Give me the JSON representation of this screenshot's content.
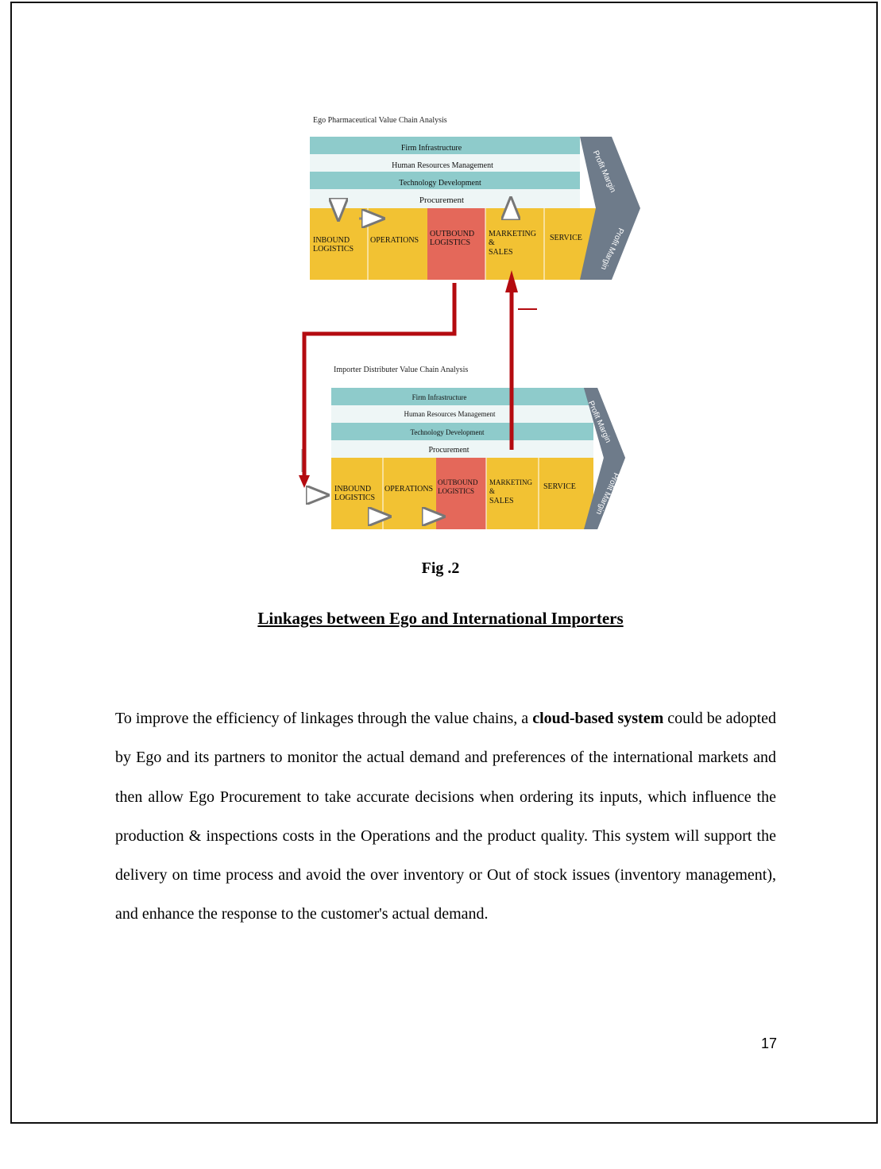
{
  "figure": {
    "ego_chart": {
      "title": "Ego Pharmaceutical Value Chain Analysis",
      "support": [
        "Firm Infrastructure",
        "Human Resources Management",
        "Technology Development",
        "Procurement"
      ],
      "primary": [
        {
          "line1": "INBOUND",
          "line2": "LOGISTICS",
          "line3": ""
        },
        {
          "line1": "OPERATIONS",
          "line2": "",
          "line3": ""
        },
        {
          "line1": "OUTBOUND",
          "line2": "LOGISTICS",
          "line3": ""
        },
        {
          "line1": "MARKETING",
          "line2": "&",
          "line3": "SALES"
        },
        {
          "line1": "SERVICE",
          "line2": "",
          "line3": ""
        }
      ],
      "margin_top": "Profit Margin",
      "margin_bottom": "Profit Margin"
    },
    "importer_chart": {
      "title": "Importer Distributer Value Chain Analysis",
      "support": [
        "Firm Infrastructure",
        "Human Resources Management",
        "Technology Development",
        "Procurement"
      ],
      "primary": [
        {
          "line1": "INBOUND",
          "line2": "LOGISTICS",
          "line3": ""
        },
        {
          "line1": "OPERATIONS",
          "line2": "",
          "line3": ""
        },
        {
          "line1": "OUTBOUND",
          "line2": "LOGISTICS",
          "line3": ""
        },
        {
          "line1": "MARKETING",
          "line2": "&",
          "line3": "SALES"
        },
        {
          "line1": "SERVICE",
          "line2": "",
          "line3": ""
        }
      ],
      "margin_top": "Profit Margin",
      "margin_bottom": "Profit Margin"
    },
    "colors": {
      "support_teal": "#8ecbcb",
      "support_light": "#eef6f6",
      "primary_yellow": "#f2c233",
      "outbound_red": "#e4685a",
      "margin_gray": "#6e7b8a",
      "link_arrow": "#b40b10"
    }
  },
  "caption": {
    "label": "Fig .2",
    "title": "Linkages between Ego and International Importers"
  },
  "paragraph": {
    "before_bold": "To improve the efficiency of linkages through the value chains, a ",
    "bold": "cloud-based system",
    "after_bold": " could be adopted by Ego and its partners to monitor the actual demand and preferences of the international markets and then allow Ego Procurement to take accurate decisions when ordering its inputs, which influence the production & inspections costs in the Operations and the product quality. This system will support the delivery on time process and avoid the over inventory or Out of stock issues (inventory management), and enhance the response to the customer's actual demand."
  },
  "page_number": "17"
}
